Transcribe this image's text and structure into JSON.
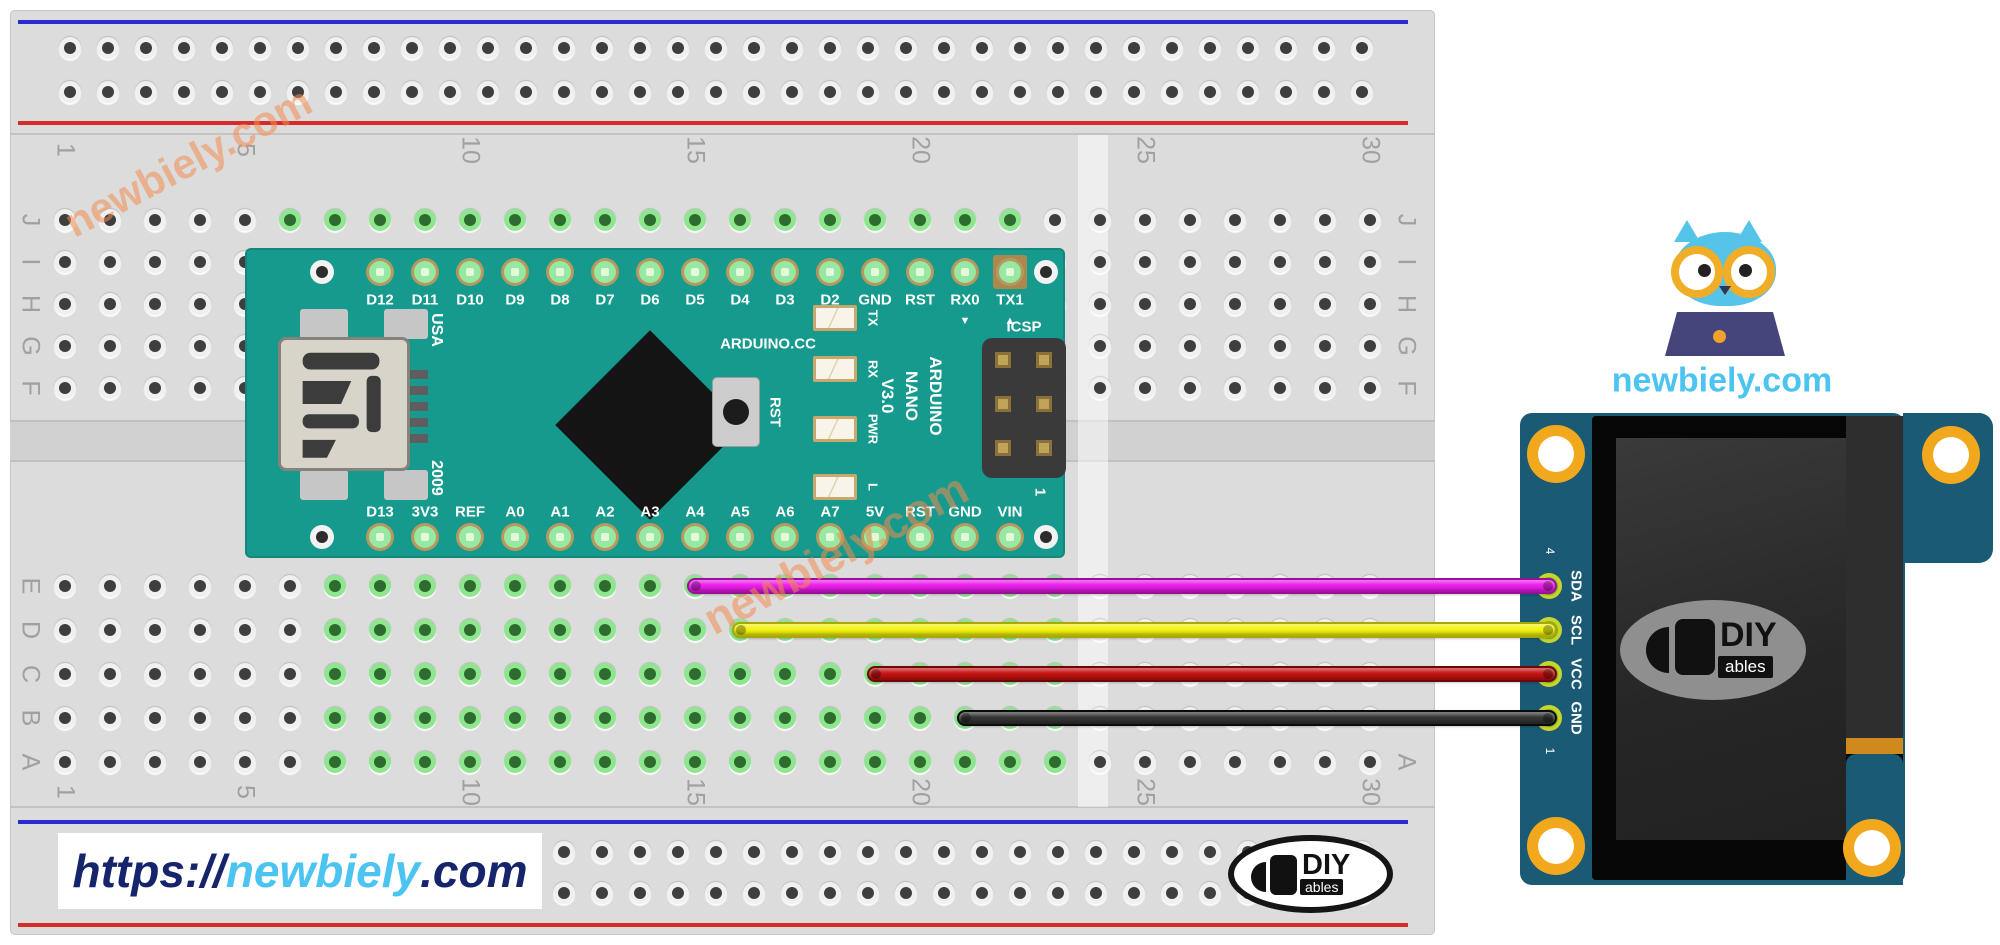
{
  "watermark": {
    "text": "newbiely.com",
    "color": "#f38c4e"
  },
  "banner": {
    "prefix": "https://",
    "brand": "newbiely",
    "suffix": ".com",
    "prefix_color": "#16246b",
    "brand_color": "#4cc4f2"
  },
  "owl": {
    "caption": "newbiely.com",
    "caption_color": "#4cc4f2"
  },
  "breadboard": {
    "letters_top": [
      "J",
      "I",
      "H",
      "G",
      "F"
    ],
    "letters_bottom": [
      "E",
      "D",
      "C",
      "B",
      "A"
    ],
    "numbers": [
      "1",
      "5",
      "10",
      "15",
      "20",
      "25",
      "30"
    ],
    "rail_blue": "#2b2bd6",
    "rail_red": "#d62b2b"
  },
  "arduino": {
    "board_color": "#169a8d",
    "top_pins": [
      "D12",
      "D11",
      "D10",
      "D9",
      "D8",
      "D7",
      "D6",
      "D5",
      "D4",
      "D3",
      "D2",
      "GND",
      "RST",
      "RX0",
      "TX1"
    ],
    "bottom_pins": [
      "D13",
      "3V3",
      "REF",
      "A0",
      "A1",
      "A2",
      "A3",
      "A4",
      "A5",
      "A6",
      "A7",
      "5V",
      "RST",
      "GND",
      "VIN"
    ],
    "leds": [
      "TX",
      "RX",
      "PWR",
      "L"
    ],
    "silk": {
      "usa": "USA",
      "year": "2009",
      "site": "ARDUINO.CC",
      "reset": "RST",
      "model_line1": "ARDUINO",
      "model_line2": "NANO",
      "model_line3": "V3.0",
      "icsp": "ICSP",
      "pin1_marker": "1",
      "rx_marker": "▼",
      "tx_marker": "▲"
    }
  },
  "oled": {
    "board_color": "#1a5a74",
    "pins": [
      "SDA",
      "SCL",
      "VCC",
      "GND"
    ],
    "pin_top_number": "4",
    "pin_bottom_number": "1",
    "logo_main": "DIY",
    "logo_sub": "ables"
  },
  "badge": {
    "logo_main": "DIY",
    "logo_sub": "ables"
  },
  "wires": [
    {
      "signal": "SDA",
      "arduino_pin": "A4",
      "color": "#ea1cea",
      "edge": "#9c0f9c"
    },
    {
      "signal": "SCL",
      "arduino_pin": "A5",
      "color": "#f2f20e",
      "edge": "#a8a808"
    },
    {
      "signal": "VCC",
      "arduino_pin": "5V",
      "color": "#c41212",
      "edge": "#6e0808"
    },
    {
      "signal": "GND",
      "arduino_pin": "GND",
      "color": "#333333",
      "edge": "#0a0a0a"
    }
  ]
}
